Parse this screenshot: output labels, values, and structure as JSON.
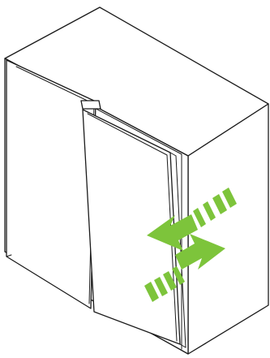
{
  "figure": {
    "subject": "cabinet-with-sliding-door",
    "arrows": [
      {
        "name": "arrow-out",
        "direction": "left",
        "color": "#7dc43b"
      },
      {
        "name": "arrow-in",
        "direction": "right",
        "color": "#7dc43b"
      }
    ],
    "colors": {
      "outline": "#1a1a1a",
      "surface": "#ffffff",
      "accent": "#7dc43b"
    }
  }
}
